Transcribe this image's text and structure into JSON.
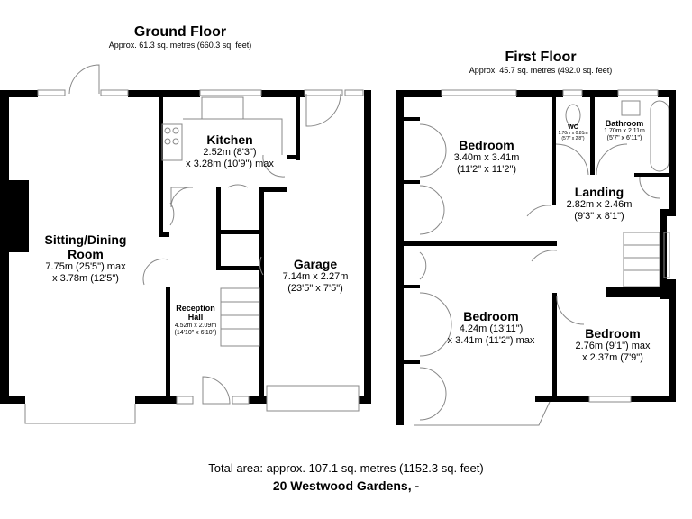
{
  "ground_floor": {
    "title": "Ground Floor",
    "area": "Approx. 61.3 sq. metres (660.3 sq. feet)",
    "rooms": [
      {
        "name": "Sitting/Dining Room",
        "name_line1": "Sitting/Dining",
        "name_line2": "Room",
        "dim1": "7.75m (25'5\") max",
        "dim2": "x 3.78m (12'5\")"
      },
      {
        "name": "Kitchen",
        "dim1": "2.52m (8'3\")",
        "dim2": "x 3.28m (10'9\") max"
      },
      {
        "name": "Garage",
        "dim1": "7.14m x 2.27m",
        "dim2": "(23'5\" x 7'5\")"
      },
      {
        "name": "Reception Hall",
        "name_line1": "Reception",
        "name_line2": "Hall",
        "dim1": "4.52m x 2.09m",
        "dim2": "(14'10\" x 6'10\")"
      }
    ]
  },
  "first_floor": {
    "title": "First Floor",
    "area": "Approx. 45.7 sq. metres (492.0 sq. feet)",
    "rooms": [
      {
        "name": "Bedroom",
        "dim1": "3.40m x 3.41m",
        "dim2": "(11'2\" x 11'2\")"
      },
      {
        "name": "WC",
        "dim1": "1.70m x 0.81m",
        "dim2": "(5'7\" x 2'8\")"
      },
      {
        "name": "Bathroom",
        "dim1": "1.70m x 2.11m",
        "dim2": "(5'7\" x 6'11\")"
      },
      {
        "name": "Landing",
        "dim1": "2.82m x 2.46m",
        "dim2": "(9'3\" x 8'1\")"
      },
      {
        "name": "Bedroom",
        "dim1": "4.24m (13'11\")",
        "dim2": "x 3.41m (11'2\") max"
      },
      {
        "name": "Bedroom",
        "dim1": "2.76m (9'1\") max",
        "dim2": "x 2.37m (7'9\")"
      }
    ]
  },
  "footer": {
    "total_area": "Total area: approx. 107.1 sq. metres (1152.3 sq. feet)",
    "address": "20 Westwood Gardens, -"
  },
  "colors": {
    "walls": "#000000",
    "fixtures": "#888888",
    "background": "#ffffff"
  }
}
